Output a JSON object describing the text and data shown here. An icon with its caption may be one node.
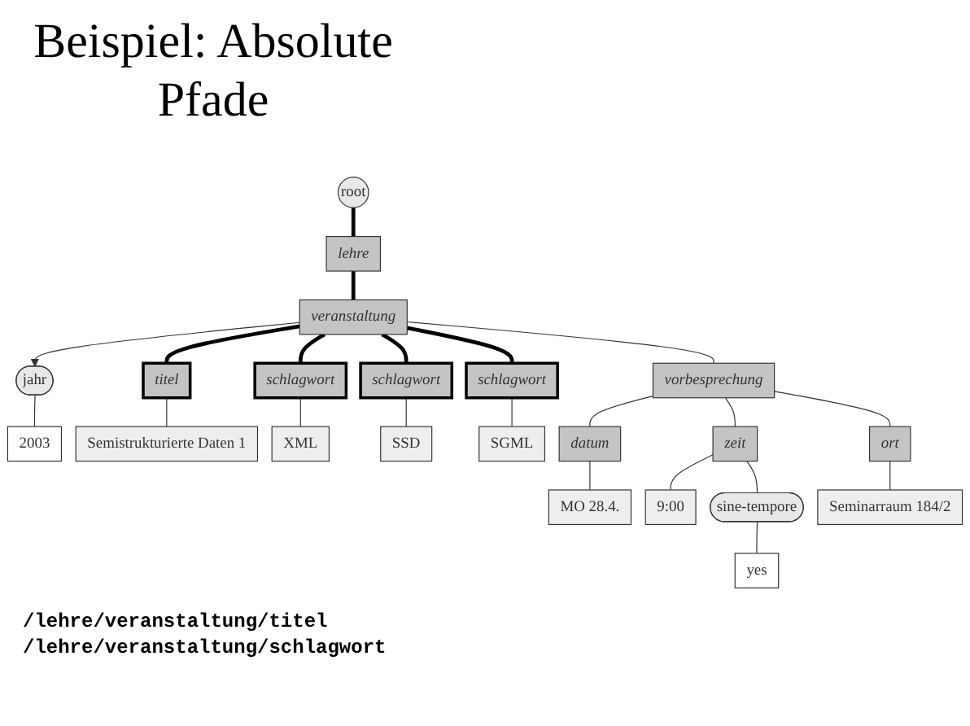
{
  "diagram": {
    "title": "Beispiel: Absolute Pfade",
    "nodes": [
      {
        "text": [
          "root"
        ]
      },
      {
        "text": [
          "lehre"
        ]
      },
      {
        "text": [
          "veranstaltung"
        ]
      },
      {
        "text": [
          "jahr"
        ]
      },
      {
        "text": [
          "2003"
        ]
      },
      {
        "text": [
          "titel"
        ]
      },
      {
        "text": [
          "schlagwort"
        ]
      },
      {
        "text": [
          "schlagwort"
        ]
      },
      {
        "text": [
          "schlagwort"
        ]
      },
      {
        "text": [
          "vorbesprechung"
        ]
      },
      {
        "text": [
          "Semistrukturierte Daten 1"
        ]
      },
      {
        "text": [
          "XML"
        ]
      },
      {
        "text": [
          "SSD"
        ]
      },
      {
        "text": [
          "SGML"
        ]
      },
      {
        "text": [
          "datum"
        ]
      },
      {
        "text": [
          "zeit"
        ]
      },
      {
        "text": [
          "ort"
        ]
      },
      {
        "text": [
          "MO 28.4."
        ]
      },
      {
        "text": [
          "9:00"
        ]
      },
      {
        "text": [
          "Seminarraum 184/2"
        ]
      },
      {
        "text": [
          "sine-tempore"
        ]
      },
      {
        "text": [
          "yes"
        ]
      }
    ],
    "edges": [
      {
        "from": 0,
        "to": 1,
        "arrow": "none",
        "style": "thick"
      },
      {
        "from": 1,
        "to": 2,
        "arrow": "none",
        "style": "thick"
      },
      {
        "from": 2,
        "to": 3,
        "arrow": "to"
      },
      {
        "from": 3,
        "to": 4,
        "arrow": "none"
      },
      {
        "from": 2,
        "to": 5,
        "arrow": "none",
        "style": "thick"
      },
      {
        "from": 2,
        "to": 6,
        "arrow": "none",
        "style": "thick"
      },
      {
        "from": 2,
        "to": 7,
        "arrow": "none",
        "style": "thick"
      },
      {
        "from": 2,
        "to": 8,
        "arrow": "none",
        "style": "thick"
      },
      {
        "from": 2,
        "to": 9,
        "arrow": "none"
      },
      {
        "from": 5,
        "to": 10,
        "arrow": "none"
      },
      {
        "from": 6,
        "to": 11,
        "arrow": "none"
      },
      {
        "from": 7,
        "to": 12,
        "arrow": "none"
      },
      {
        "from": 8,
        "to": 13,
        "arrow": "none"
      },
      {
        "from": 9,
        "to": 14,
        "arrow": "none"
      },
      {
        "from": 9,
        "to": 15,
        "arrow": "none"
      },
      {
        "from": 9,
        "to": 16,
        "arrow": "none"
      },
      {
        "from": 14,
        "to": 17,
        "arrow": "none"
      },
      {
        "from": 15,
        "to": 18,
        "arrow": "none"
      },
      {
        "from": 15,
        "to": 20,
        "arrow": "none"
      },
      {
        "from": 16,
        "to": 19,
        "arrow": "none"
      },
      {
        "from": 20,
        "to": 21,
        "arrow": "none"
      }
    ],
    "labels": [
      "/lehre/veranstaltung/titel",
      "/lehre/veranstaltung/schlagwort"
    ]
  }
}
